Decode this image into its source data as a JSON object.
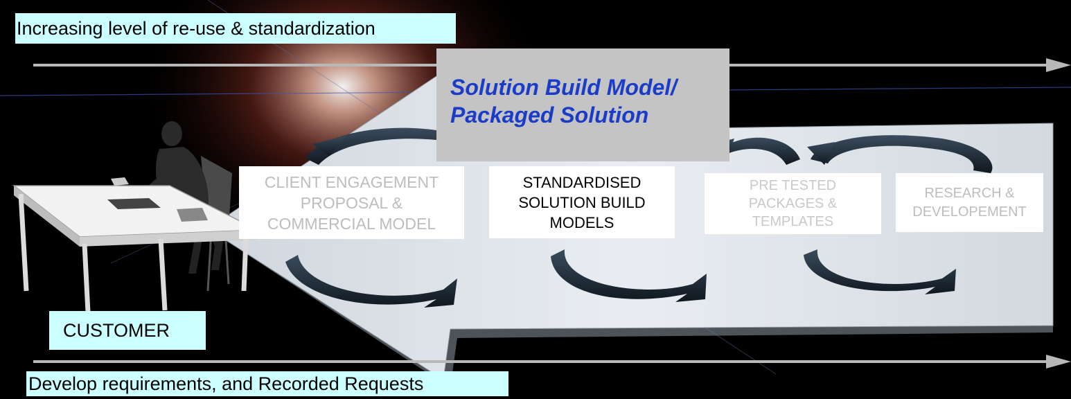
{
  "top_caption": "Increasing level of re-use & standardization",
  "bottom_caption": "Develop requirements, and Recorded Requests",
  "title": "Solution Build Model/\nPackaged Solution",
  "customer_label": "CUSTOMER",
  "stages": [
    "CLIENT ENGAGEMENT\nPROPOSAL &\nCOMMERCIAL MODEL",
    "STANDARDISED\nSOLUTION BUILD\nMODELS",
    "PRE TESTED\nPACKAGES &\nTEMPLATES",
    "RESEARCH &\nDEVELOPEMENT"
  ],
  "colors": {
    "background": "#000000",
    "caption_bg": "#ccffff",
    "title_bg": "#c4c4c4",
    "title_text": "#1a3cc8",
    "platform": "#dfe5ea",
    "cycle_arrow": "#1f2c3a"
  },
  "icons": [
    "person-at-desk-illustration",
    "cycle-arrow-icon",
    "horizontal-arrow-icon"
  ]
}
